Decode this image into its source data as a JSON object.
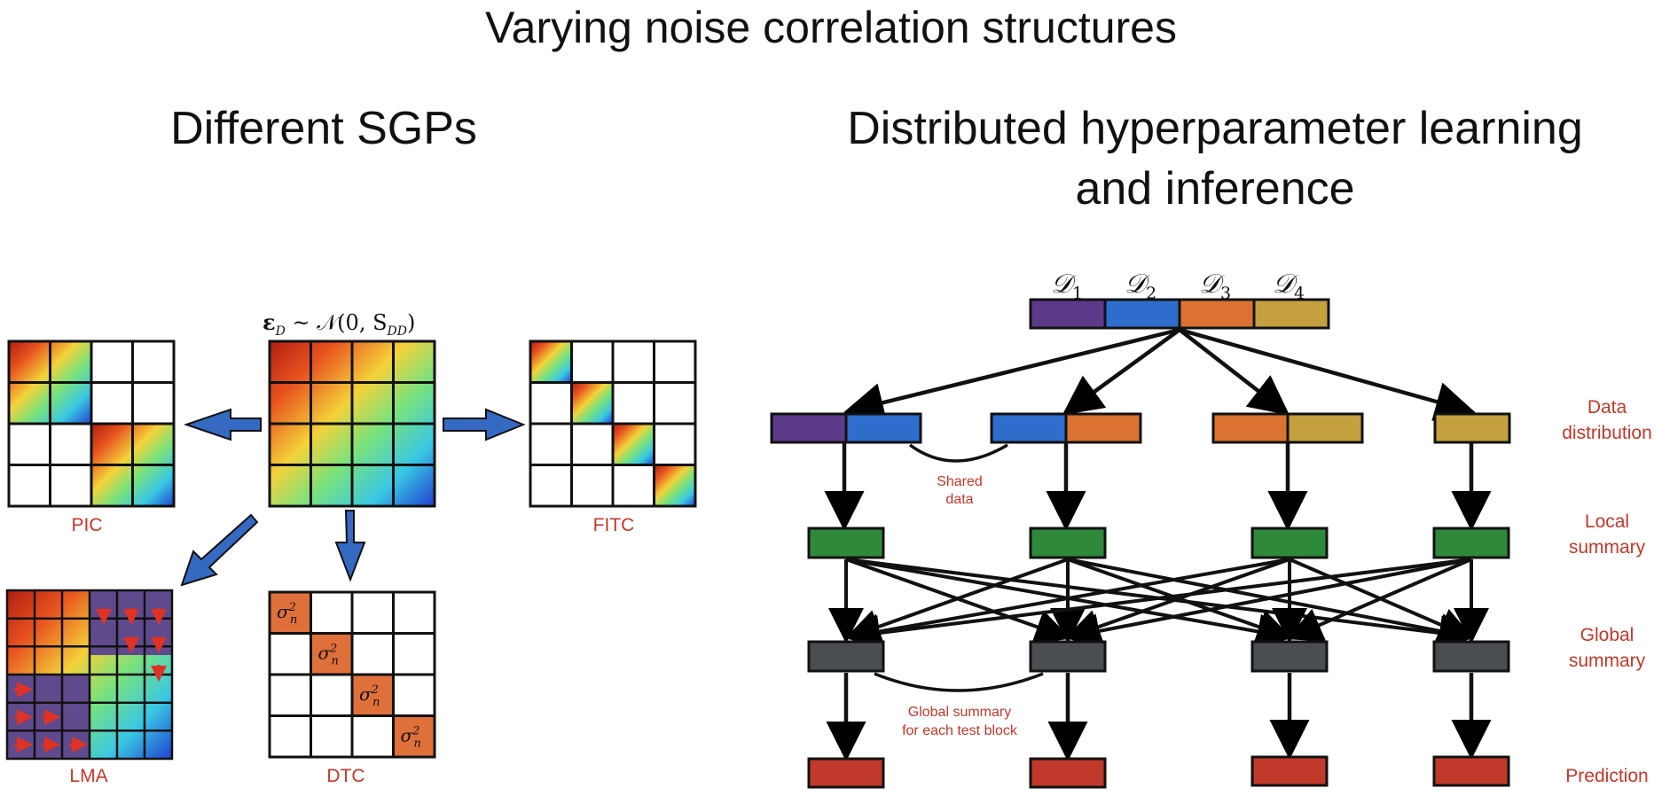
{
  "main_title": "Varying noise correlation structures",
  "left": {
    "title": "Different SGPs",
    "formula_lhs": "ε",
    "formula_lhs_sub": "D",
    "formula_rest": " ~ 𝒩(0, S",
    "formula_sub": "DD",
    "formula_close": ")",
    "labels": {
      "pic": "PIC",
      "fitc": "FITC",
      "lma": "LMA",
      "dtc": "DTC"
    },
    "sigma": "σ",
    "sigma_sup": "2",
    "sigma_sub": "n"
  },
  "right": {
    "title_line1": "Distributed hyperparameter learning",
    "title_line2": "and inference",
    "datasets": [
      {
        "name": "𝒟",
        "index": "1"
      },
      {
        "name": "𝒟",
        "index": "2"
      },
      {
        "name": "𝒟",
        "index": "3"
      },
      {
        "name": "𝒟",
        "index": "4"
      }
    ],
    "shared_data": [
      "Shared",
      "data"
    ],
    "global_note": [
      "Global summary",
      "for each test block"
    ],
    "row_labels": {
      "distribution": [
        "Data",
        "distribution"
      ],
      "local": [
        "Local",
        "summary"
      ],
      "global": [
        "Global",
        "summary"
      ],
      "prediction": [
        "Prediction"
      ]
    }
  },
  "colors": {
    "purple": "#5e3a8a",
    "blue": "#2f6dcc",
    "orange": "#db7232",
    "gold": "#c5a03e",
    "green": "#2e8a3a",
    "gray": "#4a4d52",
    "red": "#c0392b",
    "arrow_blue": "#3569c2",
    "label_red": "#c0392b"
  }
}
